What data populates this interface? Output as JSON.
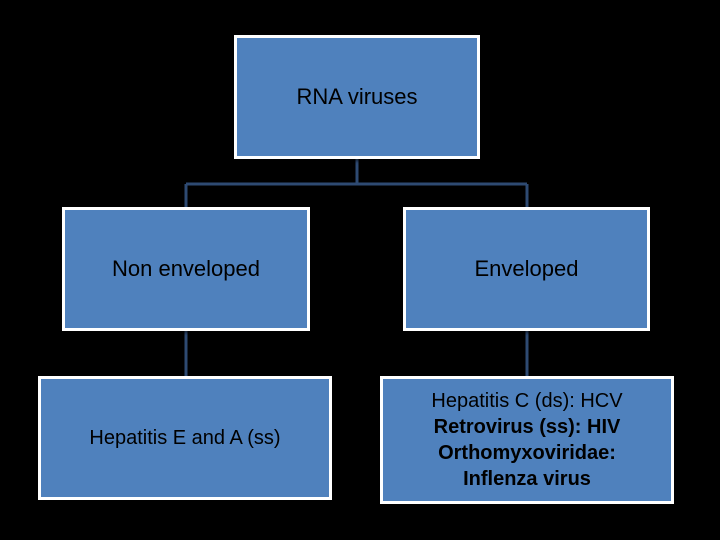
{
  "colors": {
    "background": "#000000",
    "box_fill": "#4f81bd",
    "box_border": "#ffffff",
    "connector": "#2e4a72",
    "text": "#000000"
  },
  "root": {
    "label": "RNA viruses"
  },
  "branches": [
    {
      "label": "Non enveloped",
      "child": {
        "lines": [
          "Hepatitis E and A (ss)"
        ]
      }
    },
    {
      "label": "Enveloped",
      "child": {
        "lines": [
          "Hepatitis C (ds): HCV",
          "Retrovirus (ss): HIV",
          "Orthomyxoviridae:",
          "Inflenza virus"
        ]
      }
    }
  ]
}
